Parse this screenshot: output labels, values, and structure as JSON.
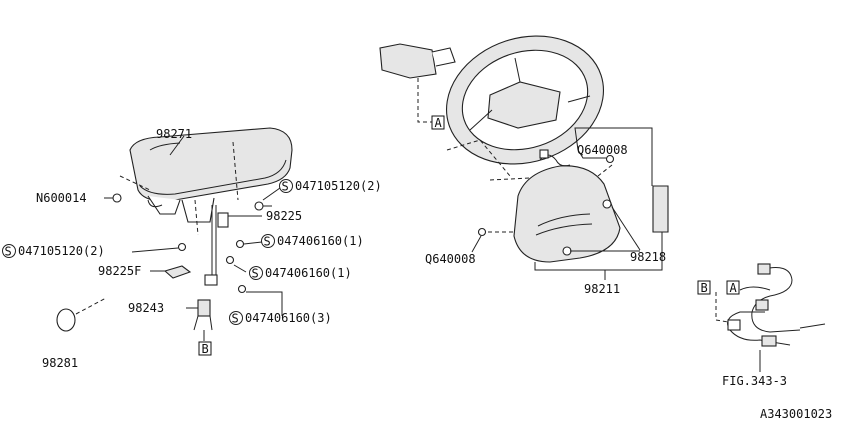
{
  "callouts": {
    "p98271": "98271",
    "n600014": "N600014",
    "s047105120_upper": "047105120(2)",
    "p98225": "98225",
    "s047406160_1a": "047406160(1)",
    "s047105120_lower": "047105120(2)",
    "s047406160_1b": "047406160(1)",
    "p98225f": "98225F",
    "p98243": "98243",
    "s047406160_3": "047406160(3)",
    "p98281": "98281",
    "q640008_upper": "Q640008",
    "q640008_lower": "Q640008",
    "p98218": "98218",
    "p98211": "98211",
    "fig_ref": "FIG.343-3"
  },
  "symbols": {
    "s_mark": "S",
    "box_a": "A",
    "box_b": "B"
  },
  "drawing_id": "A343001023"
}
